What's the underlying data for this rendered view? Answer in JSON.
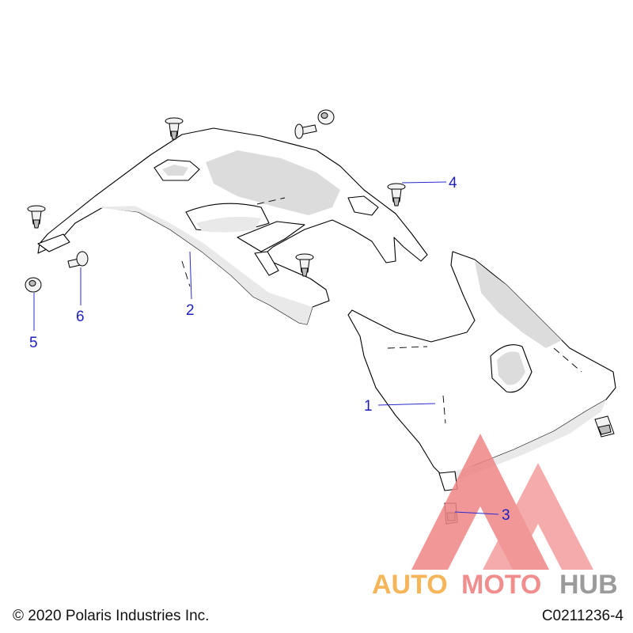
{
  "callouts": [
    {
      "id": "1",
      "label": "1"
    },
    {
      "id": "2",
      "label": "2"
    },
    {
      "id": "3",
      "label": "3"
    },
    {
      "id": "4",
      "label": "4"
    },
    {
      "id": "5",
      "label": "5"
    },
    {
      "id": "6",
      "label": "6"
    }
  ],
  "watermark": {
    "text_a": "AUTO",
    "text_b": "MOTO",
    "text_c": "HUB",
    "colors": {
      "a": "#f5a93b",
      "b": "#f07a7a",
      "c": "#8a8a8a",
      "triangle": "#f08585"
    }
  },
  "footer": {
    "copyright": "© 2020 Polaris Industries Inc.",
    "drawing_id": "C0211236-4"
  }
}
